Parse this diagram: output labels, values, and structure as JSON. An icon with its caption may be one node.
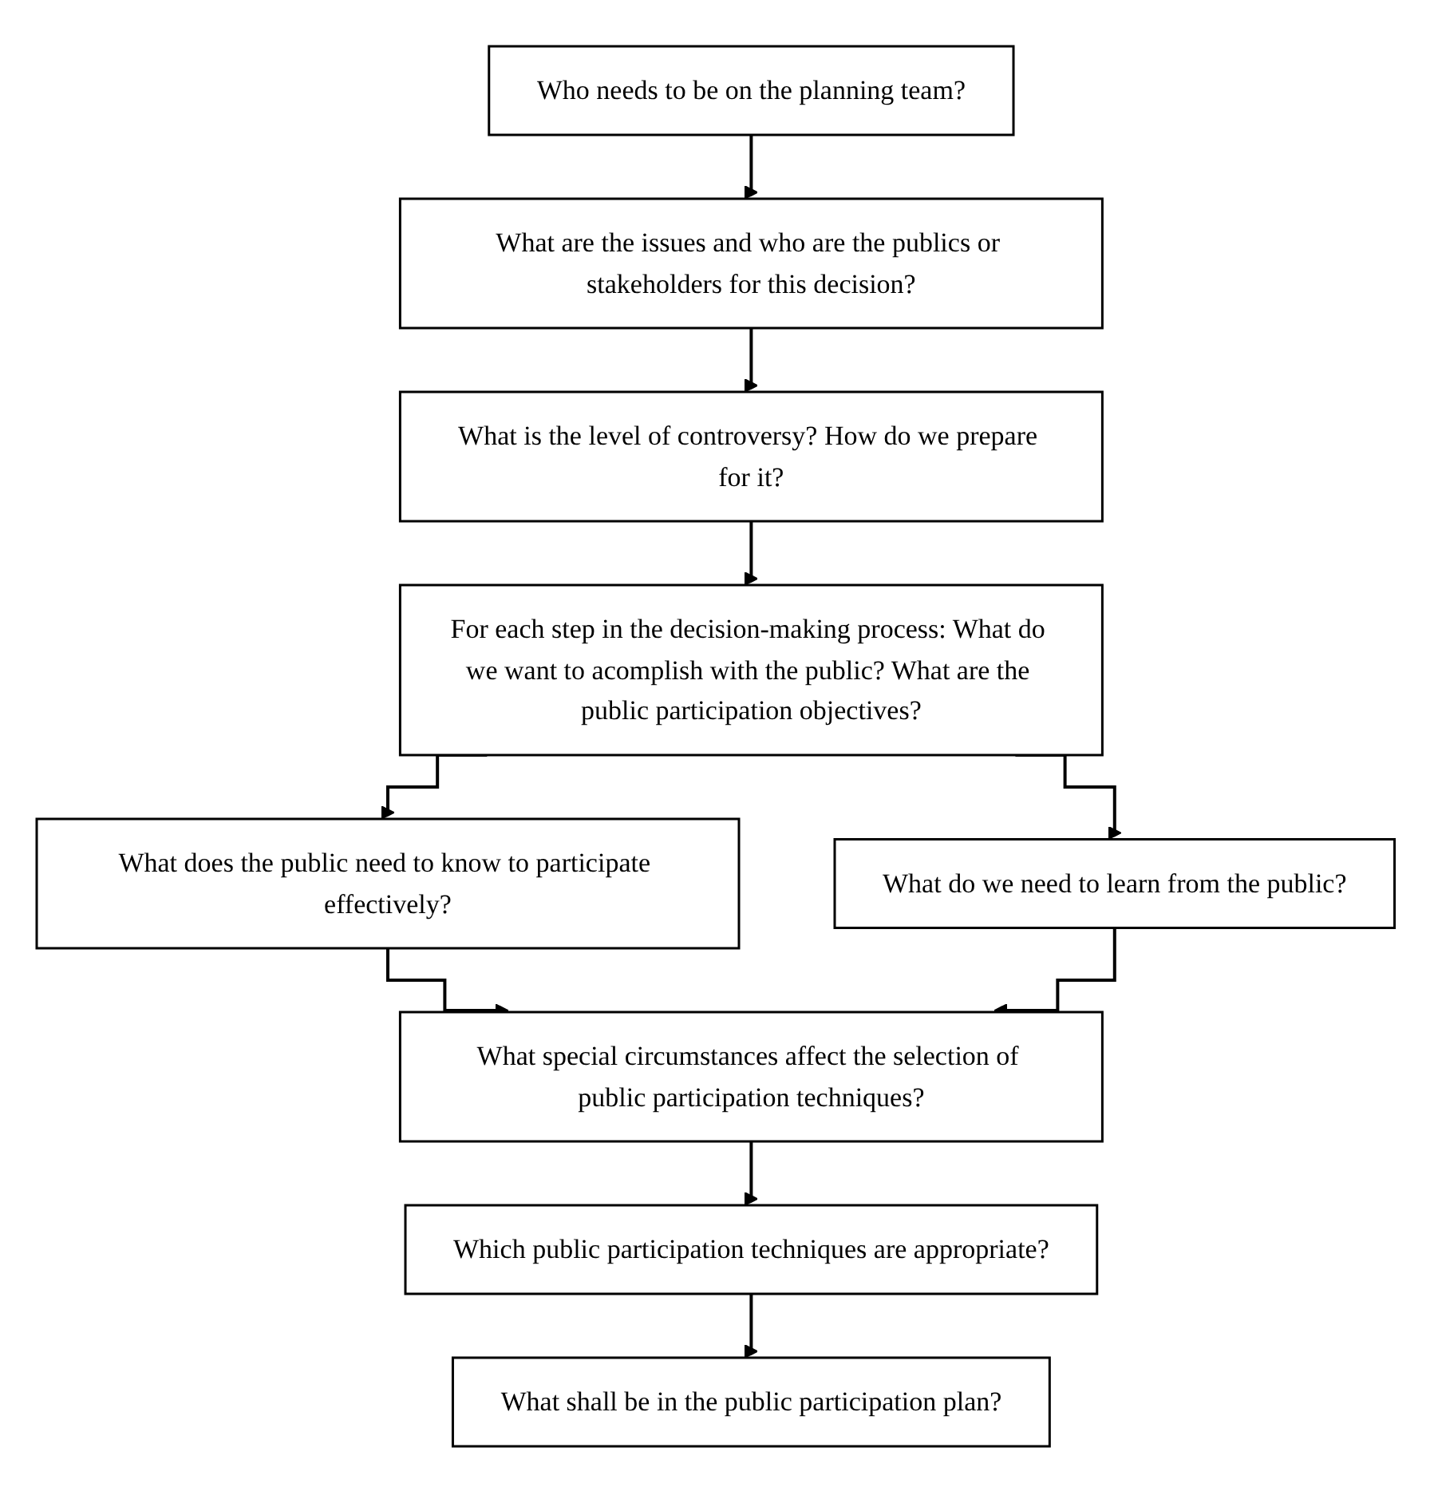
{
  "diagram": {
    "nodes": [
      {
        "text": [
          "Who needs to be on the planning team?"
        ]
      },
      {
        "text": [
          "What are the issues and who are the publics or stakeholders for this decision?"
        ]
      },
      {
        "text": [
          "What is the level of controversy? How do we prepare for it?"
        ]
      },
      {
        "text": [
          "For each step in the decision-making process: What do we want to acomplish with the public? What are the public participation objectives?"
        ]
      },
      {
        "text": [
          "What does the public need to know to participate effectively?"
        ]
      },
      {
        "text": [
          "What do we need to learn from the public?"
        ]
      },
      {
        "text": [
          "What special circumstances affect the selection of public participation techniques?"
        ]
      },
      {
        "text": [
          "Which public participation techniques are appropriate?"
        ]
      },
      {
        "text": [
          "What shall be in the public participation plan?"
        ]
      }
    ],
    "edges": [
      {
        "from": 0,
        "to": 1,
        "arrow": "to"
      },
      {
        "from": 1,
        "to": 2,
        "arrow": "to"
      },
      {
        "from": 2,
        "to": 3,
        "arrow": "to"
      },
      {
        "from": 3,
        "to": 4,
        "arrow": "to"
      },
      {
        "from": 3,
        "to": 5,
        "arrow": "to"
      },
      {
        "from": 4,
        "to": 6,
        "arrow": "to"
      },
      {
        "from": 5,
        "to": 6,
        "arrow": "to"
      },
      {
        "from": 6,
        "to": 7,
        "arrow": "to"
      },
      {
        "from": 7,
        "to": 8,
        "arrow": "to"
      }
    ]
  }
}
